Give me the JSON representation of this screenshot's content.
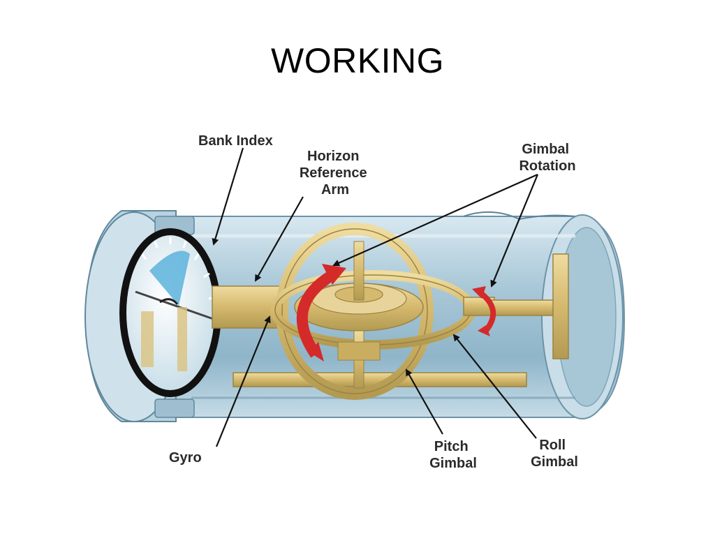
{
  "slide": {
    "title": "WORKING"
  },
  "diagram": {
    "labels": {
      "bank_index": "Bank Index",
      "horizon_reference_arm": [
        "Horizon",
        "Reference",
        "Arm"
      ],
      "gimbal_rotation": [
        "Gimbal",
        "Rotation"
      ],
      "gyro": "Gyro",
      "pitch_gimbal": [
        "Pitch",
        "Gimbal"
      ],
      "roll_gimbal": [
        "Roll",
        "Gimbal"
      ]
    },
    "colors": {
      "casing": "#b7d3e0",
      "casing_dark": "#7ea6ba",
      "gimbal": "#d9c27e",
      "gimbal_dark": "#a88e45",
      "rotation_arrow": "#d42a2a",
      "bezel": "#111111"
    }
  }
}
